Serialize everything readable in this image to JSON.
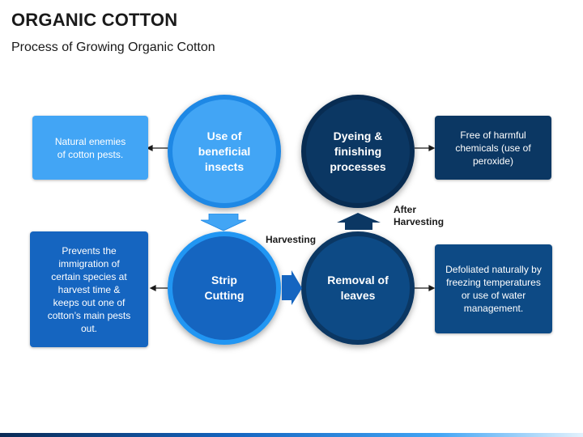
{
  "header": {
    "title": "ORGANIC COTTON",
    "subtitle": "Process of Growing Organic Cotton"
  },
  "colors": {
    "light_blue": "#42a5f5",
    "mid_blue": "#1565c0",
    "dark_navy": "#0b3763",
    "darker_navy": "#082c52"
  },
  "circles": {
    "beneficial_insects": "Use of beneficial insects",
    "dyeing_finishing": "Dyeing & finishing processes",
    "strip_cutting": "Strip Cutting",
    "removal_leaves": "Removal of leaves"
  },
  "boxes": {
    "natural_enemies": "Natural enemies of cotton pests.",
    "free_harmful": "Free of harmful chemicals (use of peroxide)",
    "prevents_immigration": "Prevents the immigration of certain species at harvest time & keeps out one of cotton’s main pests out.",
    "defoliated": "Defoliated naturally by freezing temperatures or use of water management."
  },
  "labels": {
    "harvesting": "Harvesting",
    "after_harvesting": "After Harvesting"
  },
  "icons": {
    "down_arrow": "arrow-down-icon",
    "right_arrow": "arrow-right-icon",
    "up_arrow": "arrow-up-icon"
  }
}
